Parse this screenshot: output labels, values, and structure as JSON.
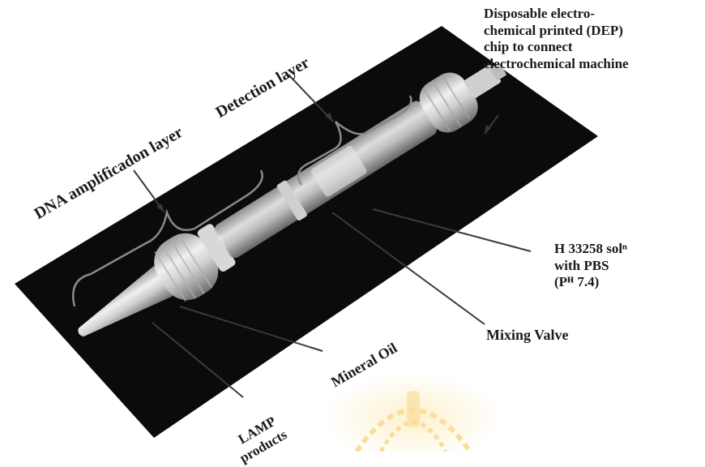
{
  "labels": {
    "dep_chip": [
      "Disposable electro-",
      "chemical printed (DEP)",
      "chip to connect",
      "electrochemical machine"
    ],
    "detection_layer": "Detection layer",
    "dna_layer": "DNA amplificadon layer",
    "h33258": [
      "H 33258 solⁿ",
      "with PBS",
      "(Pᴴ 7.4)"
    ],
    "mixing_valve": "Mixing Valve",
    "mineral_oil": "Mineral Oil",
    "lamp_products": [
      "LAMP",
      "products"
    ]
  },
  "colors": {
    "photo_bg": "#0b0b0b",
    "device": "#e8e8e8",
    "leader": "#3a3a3a",
    "watermark": "#f3c24a"
  }
}
